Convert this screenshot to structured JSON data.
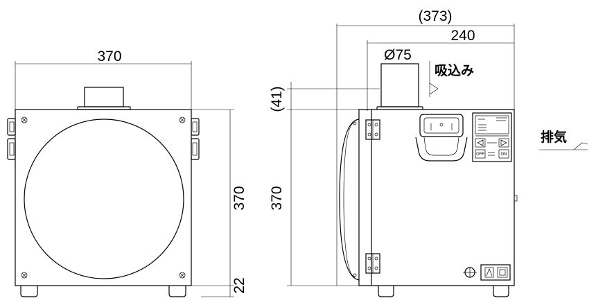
{
  "dimensions": {
    "front_width": "370",
    "front_height": "370",
    "foot_height": "22",
    "side_depth_overall": "(373)",
    "side_depth": "240",
    "duct_diameter": "Ø75",
    "duct_height": "(41)",
    "side_height": "370"
  },
  "labels": {
    "intake": "吸込み",
    "exhaust": "排気"
  },
  "panel": {
    "off_label": "OFF",
    "on_label": "ON"
  }
}
